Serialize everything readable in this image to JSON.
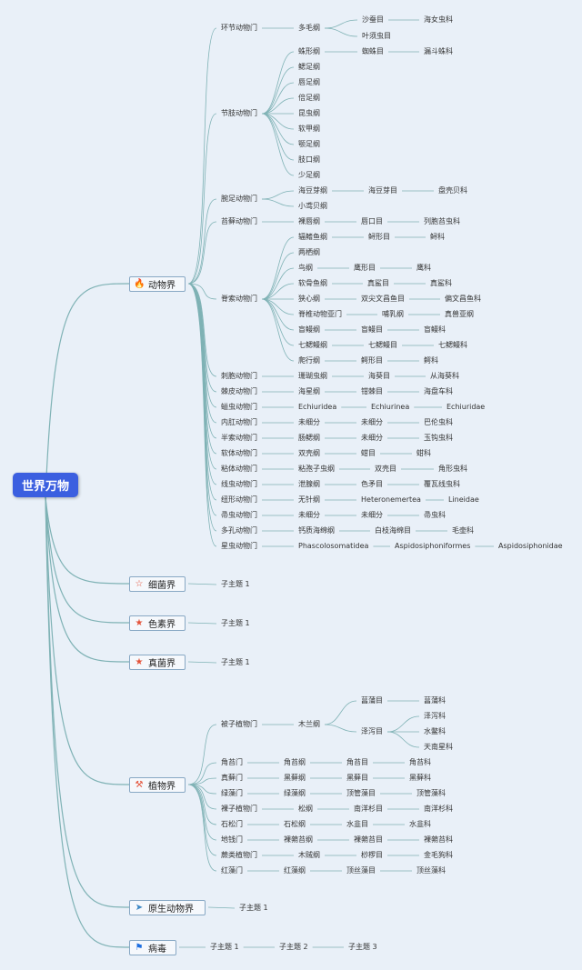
{
  "colors": {
    "line": "#7fb2b5",
    "root": "#3b5fe0",
    "accent": "#e4533a",
    "flag": "#1d6ee0",
    "plane": "#3a86c4"
  },
  "root": {
    "label": "世界万物"
  },
  "kingdoms": [
    {
      "label": "动物界",
      "icon": "fire-icon",
      "glyph": "🔥"
    },
    {
      "label": "细菌界",
      "icon": "star-outline-icon",
      "glyph": "☆"
    },
    {
      "label": "色素界",
      "icon": "star-icon",
      "glyph": "★"
    },
    {
      "label": "真菌界",
      "icon": "star-icon",
      "glyph": "★"
    },
    {
      "label": "植物界",
      "icon": "tools-icon",
      "glyph": "⚒"
    },
    {
      "label": "原生动物界",
      "icon": "paper-plane-icon",
      "glyph": "➤"
    },
    {
      "label": "病毒",
      "icon": "flag-icon",
      "glyph": "⚑"
    }
  ],
  "nodes": [
    "环节动物门",
    "多毛纲",
    "沙蚕目",
    "海女虫科",
    "叶须虫目",
    "节肢动物门",
    "蛛形纲",
    "蜘蛛目",
    "漏斗蛛科",
    "鳃足纲",
    "唇足纲",
    "倍足纲",
    "昆虫纲",
    "软甲纲",
    "颚足纲",
    "肢口纲",
    "少足纲",
    "腕足动物门",
    "海豆芽纲",
    "海豆芽目",
    "盘壳贝科",
    "小鸢贝纲",
    "苔藓动物门",
    "裸唇纲",
    "唇口目",
    "列胞苔虫科",
    "脊索动物门",
    "辐鳍鱼纲",
    "鲟形目",
    "鲟科",
    "两栖纲",
    "鸟纲",
    "鹰形目",
    "鹰科",
    "软骨鱼纲",
    "真鲨目",
    "真鲨科",
    "狭心纲",
    "双尖文昌鱼目",
    "偏文昌鱼科",
    "脊椎动物亚门",
    "哺乳纲",
    "真兽亚纲",
    "盲鳗纲",
    "盲鳗目",
    "盲鳗科",
    "七鳃鳗纲",
    "七鳃鳗目",
    "七鳃鳗科",
    "爬行纲",
    "鳄形目",
    "鳄科",
    "刺胞动物门",
    "珊瑚虫纲",
    "海葵目",
    "从海葵科",
    "棘皮动物门",
    "海星纲",
    "钳棘目",
    "海盘车科",
    "螠虫动物门",
    "Echiuridea",
    "Echiurinea",
    "Echiuridae",
    "内肛动物门",
    "未细分",
    "巴伦虫科",
    "半索动物门",
    "肠鳃纲",
    "玉钩虫科",
    "软体动物门",
    "双壳纲",
    "蚶目",
    "蚶科",
    "粘体动物门",
    "粘孢子虫纲",
    "双壳目",
    "角形虫科",
    "线虫动物门",
    "泄腺纲",
    "色矛目",
    "覆瓦线虫科",
    "纽形动物门",
    "无针纲",
    "Heteronemertea",
    "Lineidae",
    "帚虫动物门",
    "帚虫科",
    "多孔动物门",
    "钙质海绵纲",
    "白枝海绵目",
    "毛壶科",
    "星虫动物门",
    "Phascolosomatidea",
    "Aspidosiphoniformes",
    "Aspidosiphonidae",
    "子主题 1",
    "被子植物门",
    "木兰纲",
    "菖蒲目",
    "菖蒲科",
    "泽泻目",
    "泽泻科",
    "水鳖科",
    "天南星科",
    "角苔门",
    "角苔纲",
    "角苔目",
    "角苔科",
    "真藓门",
    "黑藓纲",
    "黑藓目",
    "黑藓科",
    "绿藻门",
    "绿藻纲",
    "顶管藻目",
    "顶管藻科",
    "裸子植物门",
    "松纲",
    "南洋杉目",
    "南洋杉科",
    "石松门",
    "石松纲",
    "水韭目",
    "水韭科",
    "地钱门",
    "裸蒴苔纲",
    "裸蒴苔目",
    "裸蒴苔科",
    "蕨类植物门",
    "木贼纲",
    "桫椤目",
    "金毛狗科",
    "红藻门",
    "红藻纲",
    "顶丝藻目",
    "顶丝藻科",
    "子主题 2",
    "子主题 3"
  ]
}
